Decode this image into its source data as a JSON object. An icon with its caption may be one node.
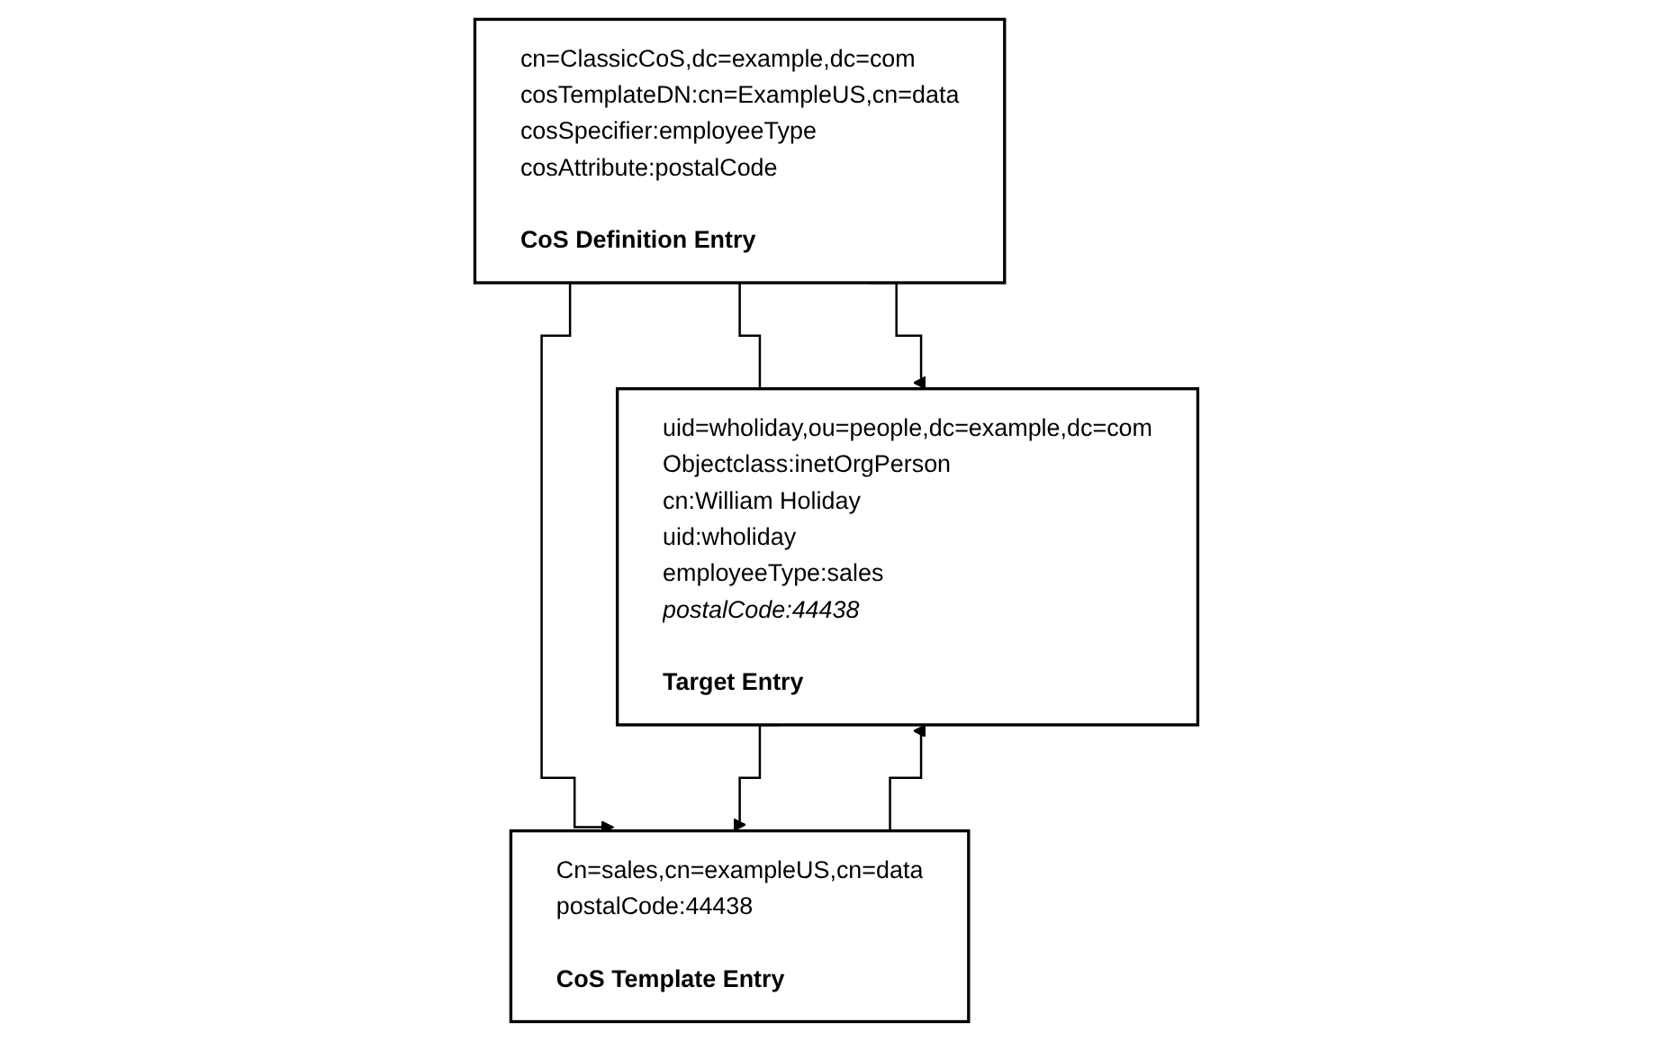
{
  "diagram": {
    "nodes": [
      {
        "text": [
          "cn=ClassicCoS,dc=example,dc=com",
          "cosTemplateDN:cn=ExampleUS,cn=data",
          "cosSpecifier:employeeType",
          "cosAttribute:postalCode",
          "CoS Definition Entry"
        ]
      },
      {
        "text": [
          "Cn=sales,cn=exampleUS,cn=data",
          "postalCode:44438",
          "CoS Template Entry"
        ]
      },
      {
        "text": [
          "uid=wholiday,ou=people,dc=example,dc=com",
          "Objectclass:inetOrgPerson",
          "cn:William Holiday",
          "uid:wholiday",
          "employeeType:sales",
          "*postalCode:44438*",
          "Target Entry"
        ]
      }
    ],
    "edges": [
      {
        "from": 0,
        "to": 2,
        "arrow": "none"
      },
      {
        "from": 0,
        "to": 1,
        "arrow": "to"
      },
      {
        "from": 0,
        "to": 2,
        "arrow": "to"
      },
      {
        "from": 2,
        "to": 1,
        "arrow": "to"
      },
      {
        "from": 1,
        "to": 2,
        "arrow": "to"
      }
    ]
  }
}
